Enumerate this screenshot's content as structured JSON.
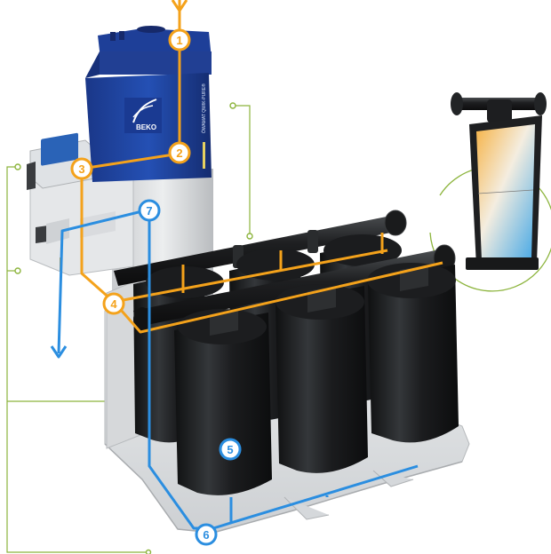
{
  "brand": {
    "logo_text": "BEKO",
    "product_text": "ÖWAMAT QWIK-PURE®"
  },
  "colors": {
    "orange_flow": "#f4a21b",
    "blue_flow": "#2b8ee0",
    "callout_green": "#8cb43c",
    "housing_blue": "#1d3f9a",
    "cartridge_black": "#202224",
    "base_grey": "#e4e6e8"
  },
  "markers": [
    {
      "id": "1",
      "label": "1",
      "color": "orange"
    },
    {
      "id": "2",
      "label": "2",
      "color": "orange"
    },
    {
      "id": "3",
      "label": "3",
      "color": "orange"
    },
    {
      "id": "4",
      "label": "4",
      "color": "orange"
    },
    {
      "id": "5",
      "label": "5",
      "color": "blue"
    },
    {
      "id": "6",
      "label": "6",
      "color": "blue"
    },
    {
      "id": "7",
      "label": "7",
      "color": "blue"
    }
  ]
}
